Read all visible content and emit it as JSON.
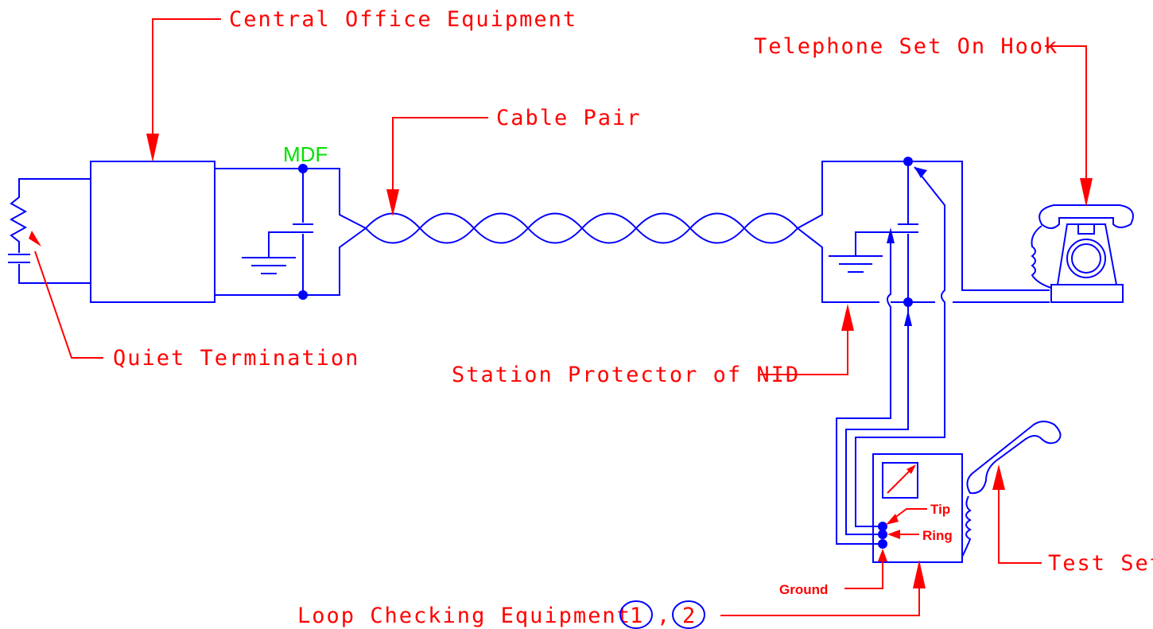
{
  "labels": {
    "central_office": "Central Office Equipment",
    "telephone_set": "Telephone Set On Hook",
    "cable_pair": "Cable Pair",
    "mdf": "MDF",
    "quiet_termination": "Quiet Termination",
    "station_protector": "Station Protector of NID",
    "test_set": "Test Set",
    "tip": "Tip",
    "ring": "Ring",
    "ground": "Ground",
    "loop_checking": "Loop Checking Equipment",
    "loop_num_1": "1",
    "loop_sep": ",",
    "loop_num_2": "2"
  },
  "colors": {
    "wire": "#0000ff",
    "annotation": "#ff0000",
    "mdf": "#00e000",
    "background": "#ffffff"
  }
}
